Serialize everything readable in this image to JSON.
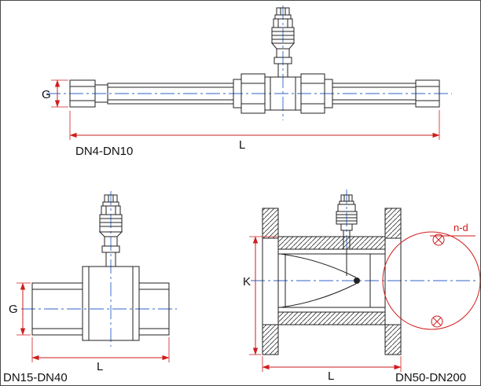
{
  "diagram": {
    "subject": "turbine-flow-meter-dimension-drawings",
    "colors": {
      "outline": "#222222",
      "dimension_red": "#cf1d1d",
      "centerline_blue": "#2f63c9",
      "background": "#ffffff"
    },
    "views": [
      {
        "caption": "DN4-DN10",
        "dimension_labels": {
          "bore": "G",
          "length": "L"
        }
      },
      {
        "caption": "DN15-DN40",
        "dimension_labels": {
          "bore": "G",
          "length": "L"
        }
      },
      {
        "caption": "DN50-DN200",
        "dimension_labels": {
          "flange": "K",
          "length": "L",
          "bolt_holes": "n-d"
        }
      }
    ]
  }
}
